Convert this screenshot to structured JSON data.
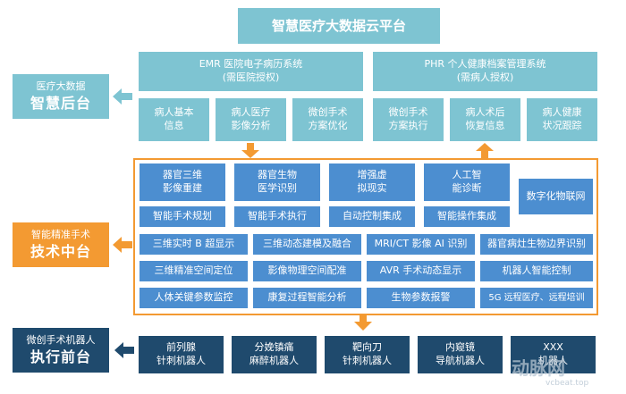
{
  "platform": {
    "title": "智慧医疗大数据云平台"
  },
  "emr": {
    "line1": "EMR 医院电子病历系统",
    "line2": "(需医院授权)"
  },
  "phr": {
    "line1": "PHR 个人健康档案管理系统",
    "line2": "(需病人授权)"
  },
  "records": [
    {
      "line1": "病人基本",
      "line2": "信息"
    },
    {
      "line1": "病人医疗",
      "line2": "影像分析"
    },
    {
      "line1": "微创手术",
      "line2": "方案优化"
    },
    {
      "line1": "微创手术",
      "line2": "方案执行"
    },
    {
      "line1": "病人术后",
      "line2": "恢复信息"
    },
    {
      "line1": "病人健康",
      "line2": "状况跟踪"
    }
  ],
  "backend": {
    "line1": "医疗大数据",
    "line2": "智慧后台"
  },
  "middle": {
    "line1": "智能精准手术",
    "line2": "技术中台"
  },
  "frontend": {
    "line1": "微创手术机器人",
    "line2": "执行前台"
  },
  "tech_top": [
    {
      "line1": "器官三维",
      "line2": "影像重建"
    },
    {
      "line1": "器官生物",
      "line2": "医学识别"
    },
    {
      "line1": "增强虚",
      "line2": "拟现实"
    },
    {
      "line1": "人工智",
      "line2": "能诊断"
    }
  ],
  "tech_row2": [
    "智能手术规划",
    "智能手术执行",
    "自动控制集成",
    "智能操作集成"
  ],
  "iot": "数字化物联网",
  "tech_grid": [
    [
      "三维实时 B 超显示",
      "三维动态建模及融合",
      "MRI/CT 影像 AI 识别",
      "器官病灶生物边界识别"
    ],
    [
      "三维精准空间定位",
      "影像物理空间配准",
      "AVR 手术动态显示",
      "机器人智能控制"
    ],
    [
      "人体关键参数监控",
      "康复过程智能分析",
      "生物参数报警",
      "5G 远程医疗、远程培训"
    ]
  ],
  "robots": [
    {
      "line1": "前列腺",
      "line2": "针刺机器人"
    },
    {
      "line1": "分娩镇痛",
      "line2": "麻醉机器人"
    },
    {
      "line1": "靶向刀",
      "line2": "针刺机器人"
    },
    {
      "line1": "内窥镜",
      "line2": "导航机器人"
    },
    {
      "line1": "XXX",
      "line2": "机器人"
    }
  ],
  "watermark": {
    "text": "动脉网",
    "url": "vcbeat.top"
  },
  "colors": {
    "teal": "#7ec4d2",
    "blue": "#4c8ed0",
    "navy": "#1f4a6d",
    "orange": "#f39a32"
  }
}
